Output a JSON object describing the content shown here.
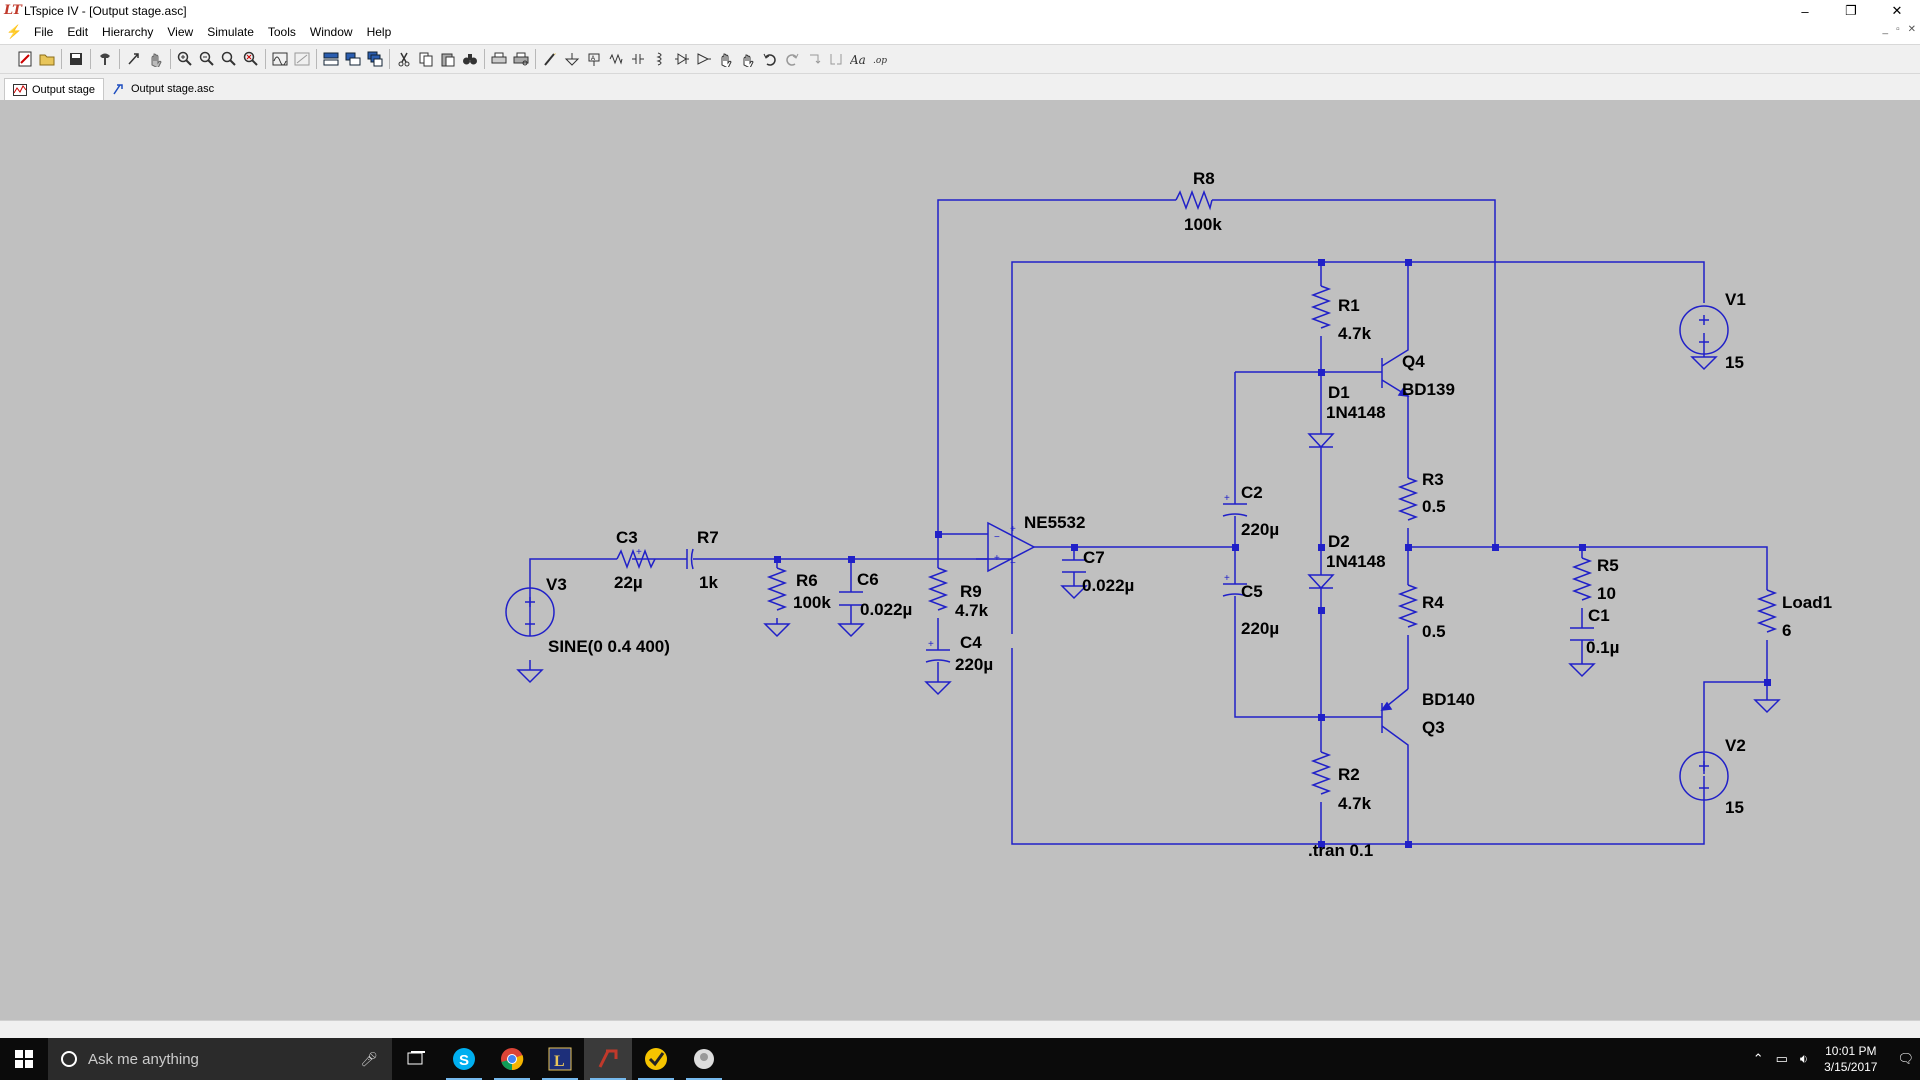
{
  "window": {
    "title": "LTspice IV - [Output stage.asc]",
    "minimize": "–",
    "restore": "❐",
    "close": "✕"
  },
  "menu": {
    "items": [
      "File",
      "Edit",
      "Hierarchy",
      "View",
      "Simulate",
      "Tools",
      "Window",
      "Help"
    ],
    "mdi_minimize": "_",
    "mdi_restore": "▫",
    "mdi_close": "✕"
  },
  "toolbar": {
    "icons": [
      "new-schematic-icon",
      "open-icon",
      "save-icon",
      "control-panel-icon",
      "run-icon",
      "halt-icon",
      "zoom-in-icon",
      "zoom-out-icon",
      "zoom-fit-icon",
      "zoom-cancel-icon",
      "autorange-icon",
      "waveform-icon",
      "tile-horizontal-icon",
      "tile-vertical-icon",
      "cascade-icon",
      "cut-icon",
      "copy-icon",
      "paste-icon",
      "find-icon",
      "print-icon",
      "print-preview-icon",
      "wire-icon",
      "ground-icon",
      "label-net-icon",
      "resistor-icon",
      "capacitor-icon",
      "inductor-icon",
      "diode-icon",
      "component-icon",
      "move-icon",
      "drag-icon",
      "undo-icon",
      "redo-icon",
      "rotate-icon",
      "mirror-icon",
      "text-icon",
      "spice-directive-icon"
    ]
  },
  "tabs": [
    {
      "label": "Output stage",
      "icon": "waveform-tab-icon",
      "active": true
    },
    {
      "label": "Output stage.asc",
      "icon": "schematic-tab-icon",
      "active": false
    }
  ],
  "schematic": {
    "wire_color": "#2020c8",
    "components": {
      "R8": {
        "name": "R8",
        "value": "100k"
      },
      "R1": {
        "name": "R1",
        "value": "4.7k"
      },
      "Q4": {
        "name": "Q4",
        "value": "BD139"
      },
      "D1": {
        "name": "D1",
        "value": "1N4148"
      },
      "V1": {
        "name": "V1",
        "value": "15"
      },
      "R3": {
        "name": "R3",
        "value": "0.5"
      },
      "C2": {
        "name": "C2",
        "value": "220µ"
      },
      "NE": {
        "name": "NE5532"
      },
      "C3": {
        "name": "C3",
        "value": "22µ"
      },
      "R7": {
        "name": "R7",
        "value": "1k"
      },
      "D2": {
        "name": "D2",
        "value": "1N4148"
      },
      "V3": {
        "name": "V3",
        "value": "SINE(0 0.4 400)"
      },
      "R6": {
        "name": "R6",
        "value": "100k"
      },
      "C6": {
        "name": "C6",
        "value": "0.022µ"
      },
      "C7": {
        "name": "C7",
        "value": "0.022µ"
      },
      "R9": {
        "name": "R9",
        "value": "4.7k"
      },
      "C5": {
        "name": "C5",
        "value": "220µ"
      },
      "R5": {
        "name": "R5",
        "value": "10"
      },
      "Load1": {
        "name": "Load1",
        "value": "6"
      },
      "C1": {
        "name": "C1",
        "value": "0.1µ"
      },
      "R4": {
        "name": "R4",
        "value": "0.5"
      },
      "C4": {
        "name": "C4",
        "value": "220µ"
      },
      "Q3": {
        "name": "Q3",
        "value": "BD140"
      },
      "V2": {
        "name": "V2",
        "value": "15"
      },
      "R2": {
        "name": "R2",
        "value": "4.7k"
      }
    },
    "directive": ".tran 0.1"
  },
  "taskbar": {
    "search_placeholder": "Ask me anything",
    "apps": [
      {
        "name": "task-view-icon",
        "color": "#ffffff"
      },
      {
        "name": "skype-icon",
        "color": "#00aff0"
      },
      {
        "name": "chrome-icon",
        "color": "#db4437"
      },
      {
        "name": "lview-icon",
        "color": "#3050c0"
      },
      {
        "name": "ltspice-icon",
        "color": "#c0392b"
      },
      {
        "name": "norton-icon",
        "color": "#f5c400"
      },
      {
        "name": "app-white-icon",
        "color": "#dddddd"
      }
    ],
    "time": "10:01 PM",
    "date": "3/15/2017"
  }
}
